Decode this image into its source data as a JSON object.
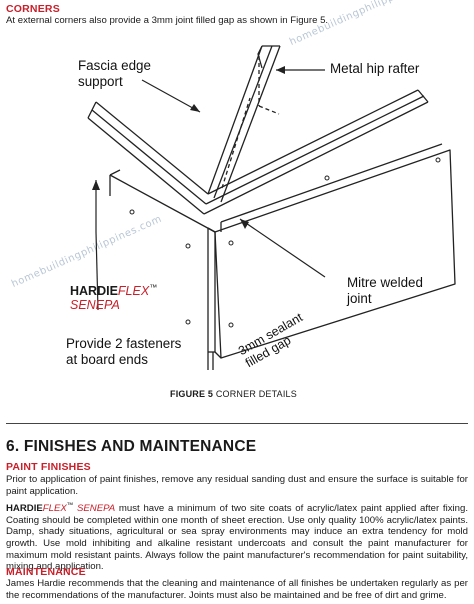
{
  "corners": {
    "heading": "CORNERS",
    "intro": "At external corners also provide a 3mm joint filled gap as shown in Figure 5."
  },
  "watermark": "homebuildingphilippines.com",
  "figure": {
    "callouts": {
      "fascia_line1": "Fascia edge",
      "fascia_line2": "support",
      "metal_hip": "Metal hip rafter",
      "mitre_line1": "Mitre welded",
      "mitre_line2": "joint",
      "fasteners_line1": "Provide 2 fasteners",
      "fasteners_line2": "at board ends",
      "sealant_line1": "3mm sealant",
      "sealant_line2": "filled gap"
    },
    "brand": {
      "name": "HARDIE",
      "name_italic": "FLEX",
      "tm": "™",
      "product": "SENEPA"
    },
    "caption_label": "FIGURE 5",
    "caption_text": "CORNER DETAILS"
  },
  "section6": {
    "heading": "6. FINISHES AND MAINTENANCE",
    "paint_heading": "PAINT FINISHES",
    "paint_p1": "Prior to application of paint finishes, remove any residual sanding dust and ensure the surface is suitable for paint application.",
    "paint_p2_brand": "HARDIE",
    "paint_p2_brand_italic": "FLEX",
    "paint_p2_tm": "™",
    "paint_p2_product": "SENEPA",
    "paint_p2_rest": " must have a minimum of two site coats of acrylic/latex paint applied after fixing. Coating should be completed within one month of sheet erection. Use only quality 100% acrylic/latex paints. Damp, shady situations, agricultural or sea spray environments may induce an extra tendency for mold growth. Use mold inhibiting and alkaline resistant undercoats and consult the paint manufacturer for maximum mold resistant paints. Always follow the paint manufacturer's recommendation for paint suitability, mixing and application.",
    "maint_heading": "MAINTENANCE",
    "maint_p1": "James Hardie recommends that the cleaning and maintenance of all finishes be undertaken regularly as per the recommendations of the manufacturer. Joints must also be maintained and be free of dirt and grime."
  },
  "colors": {
    "accent_red": "#c8202a",
    "text": "#1a1a1a",
    "watermark": "#b9c7d6"
  }
}
